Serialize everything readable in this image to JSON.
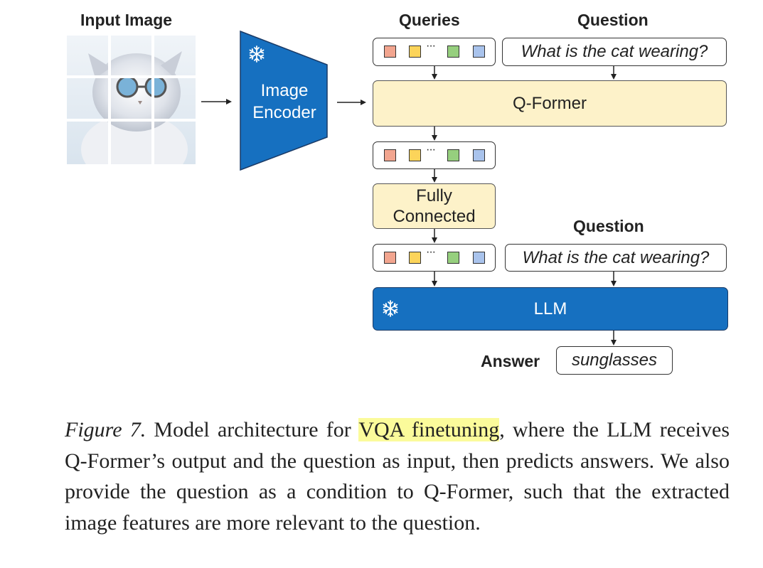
{
  "figure": {
    "input_image_heading": "Input Image",
    "image_encoder_label_1": "Image",
    "image_encoder_label_2": "Encoder",
    "queries_heading": "Queries",
    "question_heading_top": "Question",
    "question_text_top": "What is the cat wearing?",
    "qformer_label": "Q-Former",
    "fc_label_1": "Fully",
    "fc_label_2": "Connected",
    "question_heading_bottom": "Question",
    "question_text_bottom": "What is the cat wearing?",
    "llm_label": "LLM",
    "answer_heading": "Answer",
    "answer_text": "sunglasses",
    "token_dots": "···",
    "token_colors": [
      "#f2a58f",
      "#fcd45a",
      "#96cf7e",
      "#a9c3ec"
    ],
    "encoder_color": "#1670c0",
    "yellow_block_color": "#fdf2c9",
    "frozen_icon": "snowflake-icon"
  },
  "caption": {
    "label": "Figure 7.",
    "pre": " Model architecture for ",
    "highlight": "VQA finetuning",
    "post": ", where the LLM receives Q-Former’s output and the question as input, then predicts answers. We also provide the question as a condition to Q-Former, such that the extracted image features are more relevant to the question."
  }
}
